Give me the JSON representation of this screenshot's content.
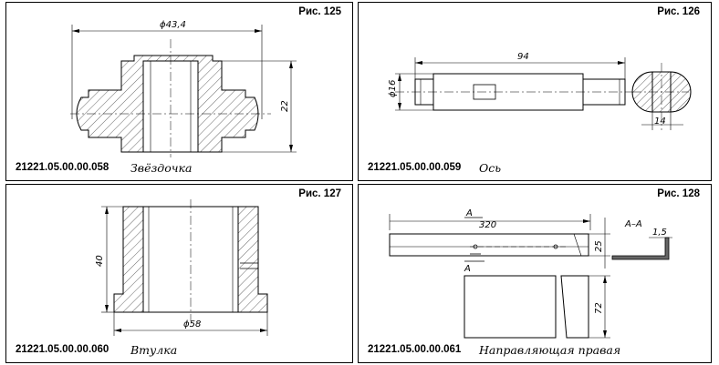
{
  "panels": [
    {
      "figure": "Рис. 125",
      "code": "21221.05.00.00.058",
      "name": "Звёздочка",
      "dims": [
        "ϕ43,4",
        "22"
      ]
    },
    {
      "figure": "Рис. 126",
      "code": "21221.05.00.00.059",
      "name": "Ось",
      "dims": [
        "94",
        "ϕ16",
        "14"
      ]
    },
    {
      "figure": "Рис. 127",
      "code": "21221.05.00.00.060",
      "name": "Втулка",
      "dims": [
        "40",
        "ϕ58"
      ]
    },
    {
      "figure": "Рис. 128",
      "code": "21221.05.00.00.061",
      "name": "Направляющая правая",
      "dims": [
        "320",
        "25",
        "72",
        "A–A",
        "1,5",
        "A",
        "A"
      ]
    }
  ]
}
